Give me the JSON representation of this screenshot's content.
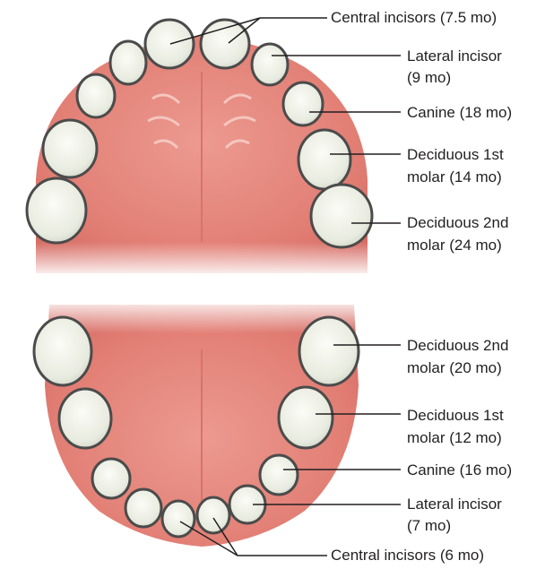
{
  "labels": {
    "upper_central": "Central incisors (7.5 mo)",
    "upper_lateral_1": "Lateral incisor",
    "upper_lateral_2": "(9 mo)",
    "upper_canine": "Canine (18 mo)",
    "upper_molar1_1": "Deciduous 1st",
    "upper_molar1_2": "molar (14 mo)",
    "upper_molar2_1": "Deciduous 2nd",
    "upper_molar2_2": "molar (24 mo)",
    "lower_molar2_1": "Deciduous 2nd",
    "lower_molar2_2": "molar (20 mo)",
    "lower_molar1_1": "Deciduous 1st",
    "lower_molar1_2": "molar (12 mo)",
    "lower_canine": "Canine (16 mo)",
    "lower_lateral_1": "Lateral incisor",
    "lower_lateral_2": "(7 mo)",
    "lower_central": "Central incisors (6 mo)"
  },
  "colors": {
    "gum": "#e4847a",
    "gum_dark": "#cf6a62",
    "tooth": "#eef0e6",
    "tooth_outline": "#4b4b4b",
    "leader": "#231f20",
    "text": "#231f20"
  }
}
